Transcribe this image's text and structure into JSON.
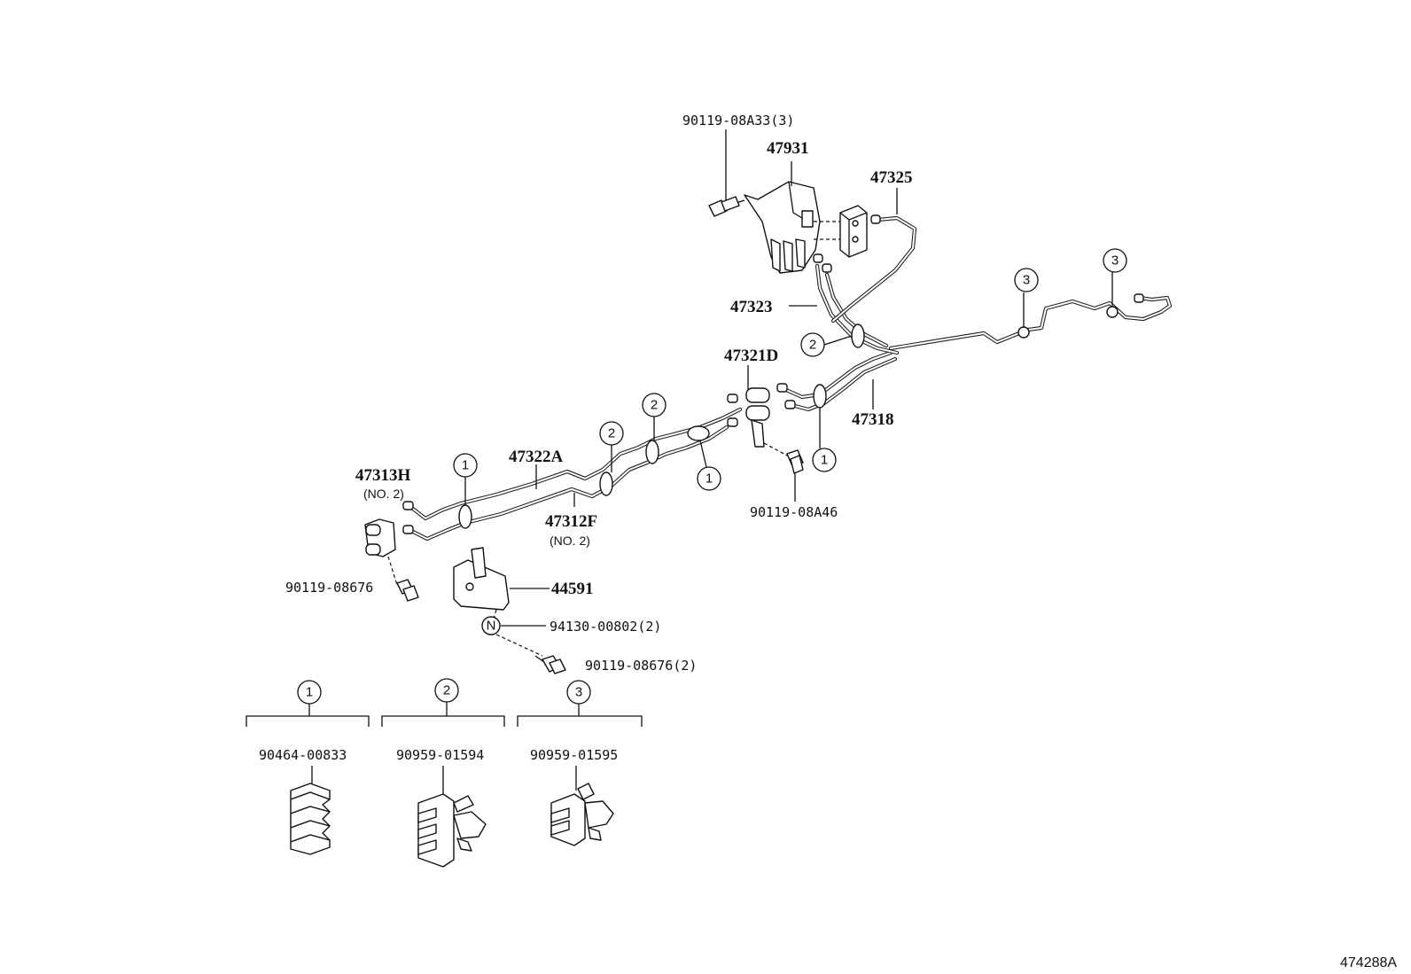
{
  "diagram": {
    "part_labels": {
      "p90119_08A33": "90119-08A33(3)",
      "p47931": "47931",
      "p47325": "47325",
      "p47323": "47323",
      "p47321D": "47321D",
      "p47318": "47318",
      "p47322A": "47322A",
      "p47313H": "47313H",
      "p47313H_note": "(NO. 2)",
      "p47312F": "47312F",
      "p47312F_note": "(NO. 2)",
      "p90119_08A46": "90119-08A46",
      "p90119_08676": "90119-08676",
      "p44591": "44591",
      "p94130_00802": "94130-00802(2)",
      "p90119_08676_2": "90119-08676(2)",
      "nut_symbol": "N"
    },
    "callout_numbers": {
      "one": "1",
      "two": "2",
      "three": "3"
    },
    "clip_legend": [
      {
        "callout": "1",
        "part_number": "90464-00833"
      },
      {
        "callout": "2",
        "part_number": "90959-01594"
      },
      {
        "callout": "3",
        "part_number": "90959-01595"
      }
    ],
    "reference_code": "474288A"
  }
}
